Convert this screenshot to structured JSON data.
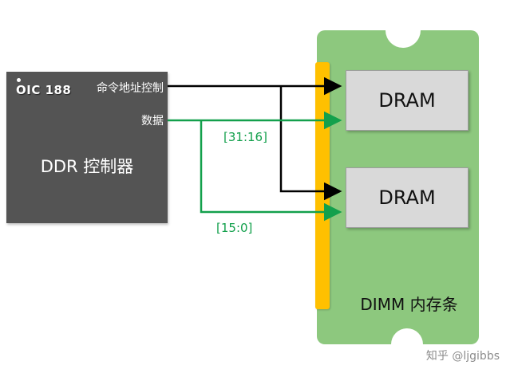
{
  "colors": {
    "controller_bg": "#545454",
    "dimm_bg": "#8dc87e",
    "connector_bar": "#ffc000",
    "dram_bg": "#d9d9d9",
    "cmd_bus": "#000000",
    "data_bus": "#13a04c",
    "watermark_text": "#8c8c8c"
  },
  "controller": {
    "logo": "OIC 188",
    "title": "DDR 控制器",
    "ports": {
      "cmd": "命令地址控制",
      "data": "数据"
    }
  },
  "dimm": {
    "title": "DIMM 内存条",
    "chips": [
      {
        "label": "DRAM"
      },
      {
        "label": "DRAM"
      }
    ]
  },
  "buses": {
    "upper_range": "[31:16]",
    "lower_range": "[15:0]"
  },
  "watermark": "知乎 @ljgibbs"
}
